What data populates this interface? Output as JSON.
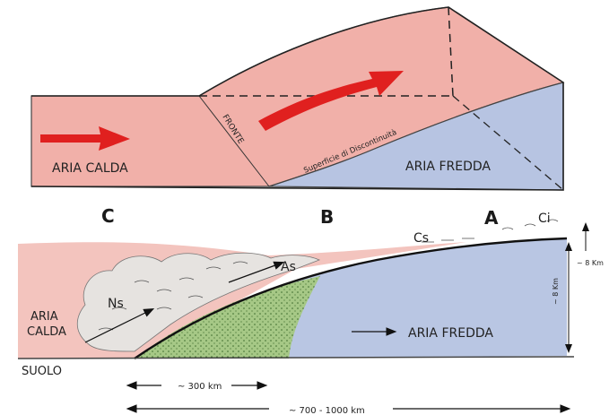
{
  "top_block": {
    "warm_air_label": "ARIA CALDA",
    "cold_air_label": "ARIA FREDDA",
    "front_label": "FRONTE",
    "surface_label": "Superficie di Discontinuità"
  },
  "section_labels": {
    "c": "C",
    "b": "B",
    "a": "A"
  },
  "cross_section": {
    "warm_air_label": [
      "ARIA",
      "CALDA"
    ],
    "cold_air_label": "ARIA FREDDA",
    "ground_label": "SUOLO",
    "clouds": {
      "ns": "Ns",
      "as": "As",
      "cs": "Cs",
      "ci": "Ci"
    },
    "height_top": "~ 8 Km",
    "height_side": "~ 8 Km"
  },
  "scale": {
    "short": "~ 300 km",
    "long": "~ 700 - 1000 km"
  },
  "colors": {
    "warm": "#f2b3ad",
    "cold": "#b9c6e3",
    "rain": "#9cc27e",
    "arrow": "#e0201f",
    "cloud": "#e6e3e0"
  }
}
